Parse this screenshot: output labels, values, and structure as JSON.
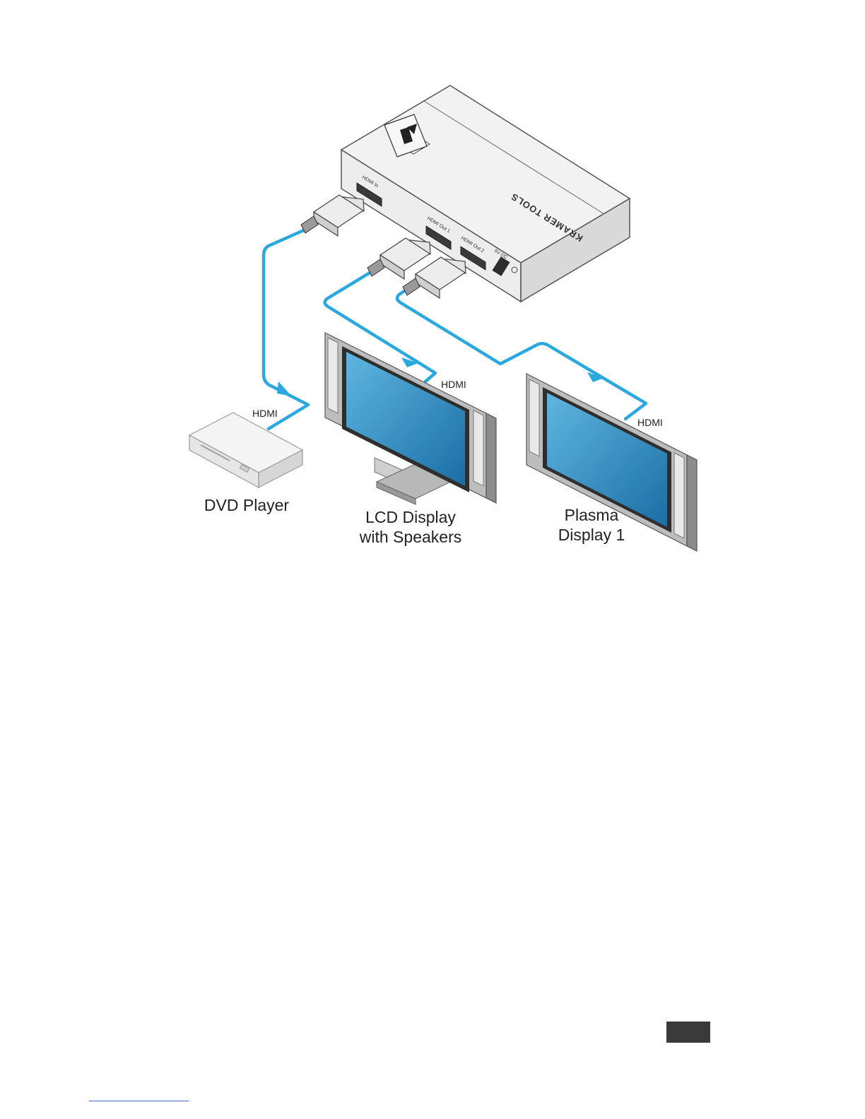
{
  "diagram": {
    "device": {
      "brand_text": "KRAMER TOOLS",
      "ports": {
        "hdmi_in": "HDMI In",
        "hdmi_out_1": "HDMI Out 1",
        "hdmi_out_2": "HDMI Out 2",
        "power": "5V DC"
      }
    },
    "cables": {
      "dvd_cable_label": "HDMI",
      "lcd_cable_label": "HDMI",
      "plasma_cable_label": "HDMI"
    },
    "devices": {
      "dvd": {
        "line1": "DVD Player"
      },
      "lcd": {
        "line1": "LCD Display",
        "line2": "with Speakers"
      },
      "plasma": {
        "line1": "Plasma",
        "line2": "Display 1"
      }
    },
    "colors": {
      "cable": "#2ba8e0",
      "screen_light": "#5fb6df",
      "screen_dark": "#1a6ea6",
      "page_tab": "#3a3a3a",
      "footer_link": "#4a64c8"
    }
  }
}
